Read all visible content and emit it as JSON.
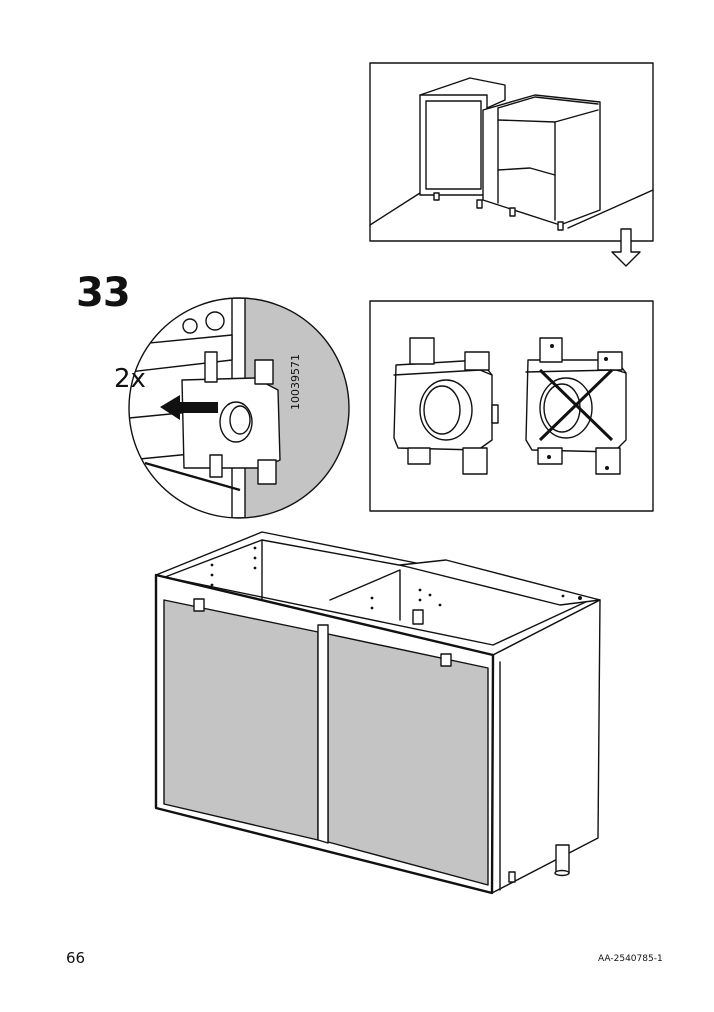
{
  "step": {
    "number": "33"
  },
  "detail": {
    "quantity": "2x",
    "part_number": "10039571"
  },
  "footer": {
    "page_number": "66",
    "document_code": "AA-2540785-1"
  },
  "icons": {
    "next_view": "arrow-down-outline-icon",
    "wrong": "cross-icon",
    "direction": "arrow-left-icon"
  },
  "colors": {
    "ink": "#111111",
    "panel_grey": "#c4c4c4",
    "background": "#ffffff"
  }
}
